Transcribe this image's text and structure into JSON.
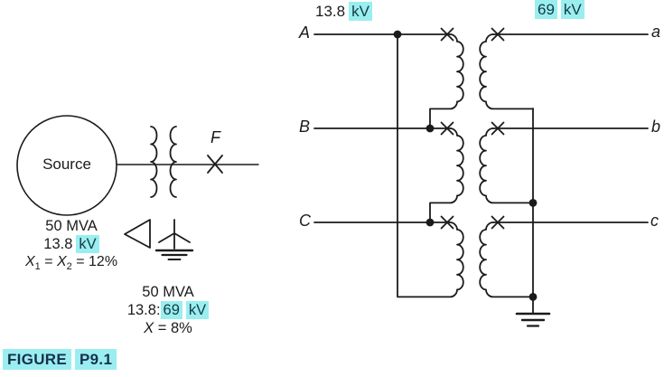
{
  "colors": {
    "highlight": "#9beef0",
    "line": "#1b1b1b",
    "text": "#1b1b1b",
    "highlight_text": "#123c43",
    "figure_text": "#16304d"
  },
  "inset": {
    "source_label": "Source",
    "fault_label": "F",
    "ratings": {
      "line1": "50 MVA",
      "line2_value": "13.8",
      "line2_unit": "kV",
      "line3_x1": "X",
      "line3_sub1": "1",
      "line3_mid": " = ",
      "line3_x2": "X",
      "line3_sub2": "2",
      "line3_tail": " = 12%"
    }
  },
  "transformer_ratings": {
    "line1": "50 MVA",
    "line2_prefix": "13.8:",
    "line2_hl1": "69",
    "line2_hl2": "kV",
    "line3_x": "X",
    "line3_tail": " = 8%"
  },
  "bus_labels": {
    "primary_value": "13.8",
    "primary_unit": "kV",
    "secondary_value": "69",
    "secondary_unit": "kV"
  },
  "phases": {
    "A": "A",
    "B": "B",
    "C": "C",
    "a": "a",
    "b": "b",
    "c": "c"
  },
  "figure_caption": {
    "word1": "FIGURE",
    "word2": "P9.1"
  }
}
